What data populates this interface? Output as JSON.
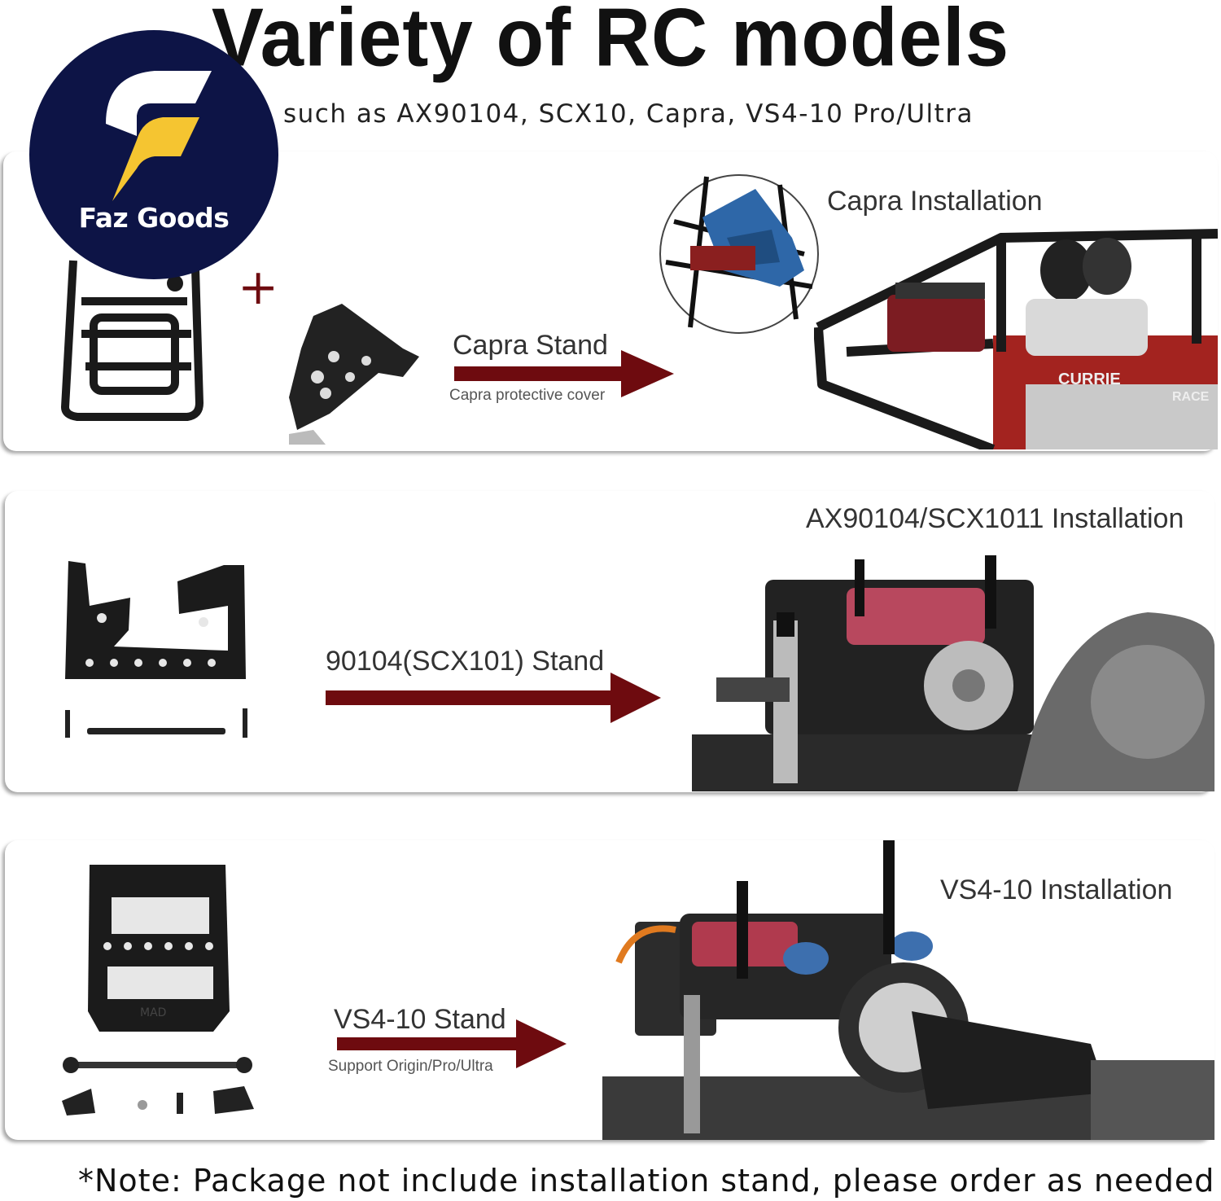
{
  "title": "Variety of RC models",
  "subtitle": "such as AX90104, SCX10, Capra, VS4-10 Pro/Ultra",
  "logo": {
    "brand_text": "Faz Goods"
  },
  "panels": [
    {
      "stand_label": "Capra Stand",
      "sub_label": "Capra protective cover",
      "install_label": "Capra Installation",
      "plus_sign": "+"
    },
    {
      "stand_label": "90104(SCX101) Stand",
      "install_label": "AX90104/SCX1011 Installation"
    },
    {
      "stand_label": "VS4-10 Stand",
      "sub_label": "Support Origin/Pro/Ultra",
      "install_label": "VS4-10 Installation"
    }
  ],
  "note": "*Note: Package not include installation stand, please order as needed",
  "colors": {
    "arrow": "#6e0b0f",
    "logo_bg": "#0d1446",
    "logo_accent": "#f5c531"
  }
}
